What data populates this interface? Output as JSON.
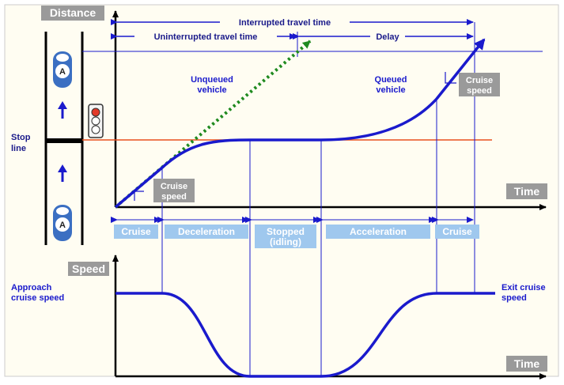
{
  "axes": {
    "distance_label": "Distance",
    "time_label_top": "Time",
    "speed_label": "Speed",
    "time_label_bottom": "Time"
  },
  "timing": {
    "interrupted": "Interrupted travel time",
    "uninterrupted": "Uninterrupted travel time",
    "delay": "Delay"
  },
  "road": {
    "stop_line_1": "Stop",
    "stop_line_2": "line",
    "vehicle_letter": "A"
  },
  "curves": {
    "unqueued_1": "Unqueued",
    "unqueued_2": "vehicle",
    "queued_1": "Queued",
    "queued_2": "vehicle",
    "cruise_speed_1": "Cruise",
    "cruise_speed_2": "speed"
  },
  "phases": [
    "Cruise",
    "Deceleration",
    "Stopped",
    "(idling)",
    "Acceleration",
    "Cruise"
  ],
  "speed_labels": {
    "approach_1": "Approach",
    "approach_2": "cruise speed",
    "exit_1": "Exit cruise",
    "exit_2": "speed"
  },
  "colors": {
    "curve": "#1a1acc",
    "axis": "#000000",
    "stop_line": "#e8501e",
    "unqueued": "#1f8a1f",
    "phase_box": "#9fc8ee",
    "label_box": "#9a9a9a",
    "frame_bg": "#fffdf2"
  }
}
